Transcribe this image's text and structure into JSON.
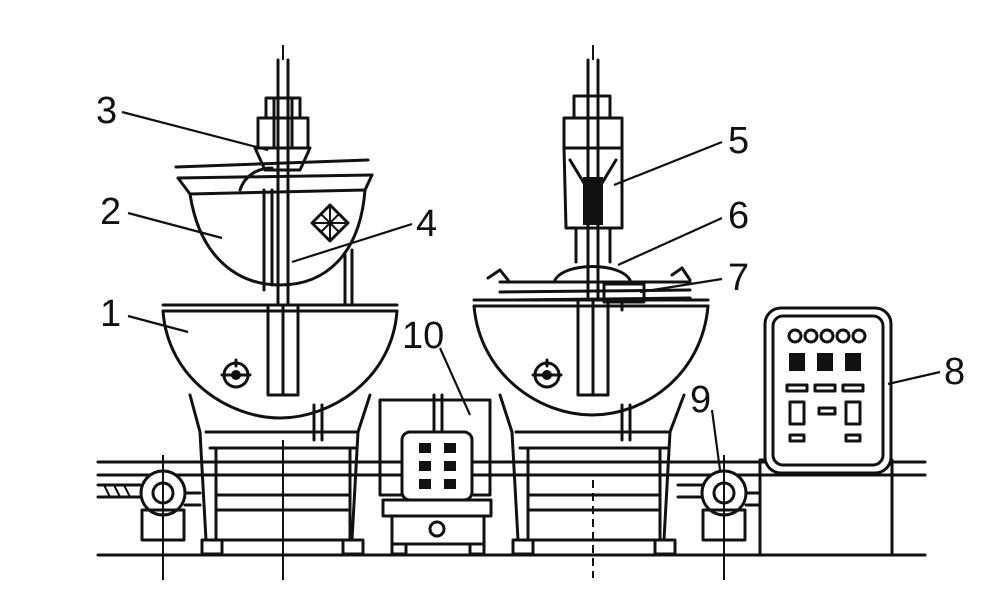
{
  "labels": {
    "l1": "1",
    "l2": "2",
    "l3": "3",
    "l4": "4",
    "l5": "5",
    "l6": "6",
    "l7": "7",
    "l8": "8",
    "l9": "9",
    "l10": "10"
  },
  "colors": {
    "ink": "#111111",
    "background": "#ffffff"
  }
}
